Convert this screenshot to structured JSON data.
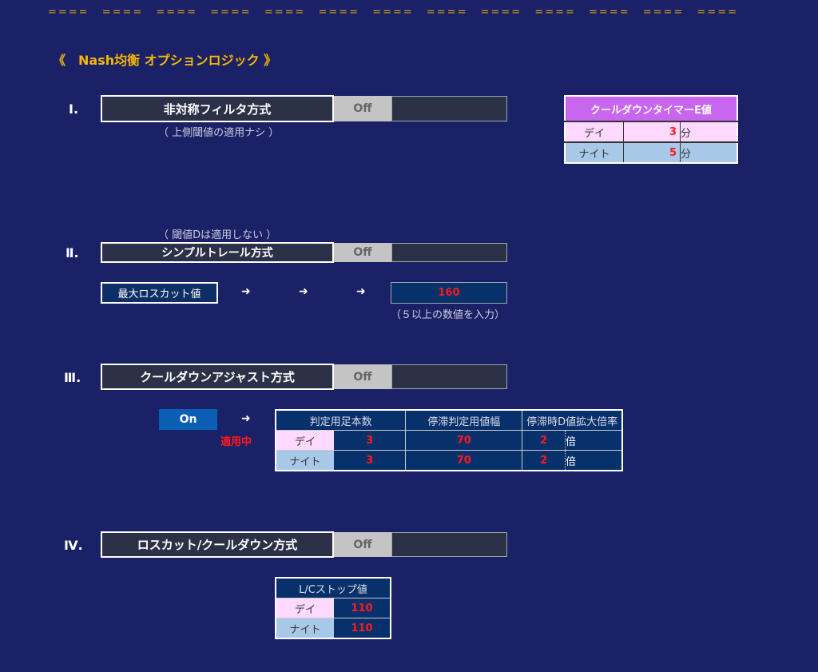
{
  "decoration": "==== ==== ==== ==== ==== ==== ==== ==== ==== ==== ==== ==== ====",
  "title": "《　Nash均衡 オプションロジック 》",
  "sections": [
    {
      "num": "Ⅰ.",
      "name": "非対称フィルタ方式",
      "status": "Off",
      "note": "（ 上側閾値の適用ナシ ）"
    },
    {
      "num": "Ⅱ.",
      "name": "シンプルトレール方式",
      "status": "Off",
      "note": "（ 閾値Dは適用しない ）"
    },
    {
      "num": "Ⅲ.",
      "name": "クールダウンアジャスト方式",
      "status": "Off"
    },
    {
      "num": "Ⅳ.",
      "name": "ロスカット/クールダウン方式",
      "status": "Off"
    }
  ],
  "cooldown_timer": {
    "header": "クールダウンタイマーE値",
    "rows": [
      {
        "label": "デイ",
        "value": "3",
        "unit": "分"
      },
      {
        "label": "ナイト",
        "value": "5",
        "unit": "分"
      }
    ]
  },
  "max_losscut": {
    "label": "最大ロスカット値",
    "arrow": "➜",
    "value": "160",
    "note": "（５以上の数値を入力）"
  },
  "adjust": {
    "toggle": "On",
    "arrow": "➜",
    "status": "適用中",
    "headers": [
      "判定用足本数",
      "停滞判定用値幅",
      "停滞時D値拡大倍率"
    ],
    "rows": [
      {
        "label": "デイ",
        "bars": "3",
        "width": "70",
        "rate": "2",
        "unit": "倍"
      },
      {
        "label": "ナイト",
        "bars": "3",
        "width": "70",
        "rate": "2",
        "unit": "倍"
      }
    ]
  },
  "lc_stop": {
    "header": "L/Cストップ値",
    "rows": [
      {
        "label": "デイ",
        "value": "110"
      },
      {
        "label": "ナイト",
        "value": "110"
      }
    ]
  }
}
